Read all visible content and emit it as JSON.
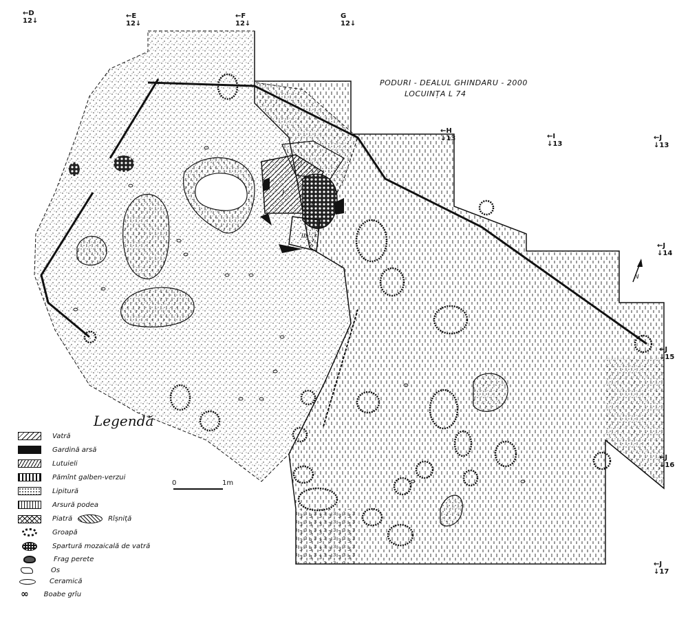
{
  "title": {
    "line1": "PODURI - DEALUL GHINDARU - 2000",
    "line2": "LOCUINȚA L 74"
  },
  "legend": {
    "title": "Legendă",
    "items": [
      {
        "label": "Vatră",
        "symbol": "diagonal-hatch"
      },
      {
        "label": "Gardină arsă",
        "symbol": "solid-black"
      },
      {
        "label": "Lutuieli",
        "symbol": "wavy-hatch"
      },
      {
        "label": "Pămînt galben-verzui",
        "symbol": "vertical-bars"
      },
      {
        "label": "Lipitură",
        "symbol": "stipple"
      },
      {
        "label": "Arsură podea",
        "symbol": "vertical-ticks"
      },
      {
        "label": "Piatră",
        "symbol": "cross-hatch",
        "extra": "Rîșniță"
      },
      {
        "label": "Groapă",
        "symbol": "dotted-ring"
      },
      {
        "label": "Spartură mozaicală de vatră",
        "symbol": "dotted-oval"
      },
      {
        "label": "Frag perete",
        "symbol": "filled-blob"
      },
      {
        "label": "Os",
        "symbol": "bone-outline"
      },
      {
        "label": "Ceramică",
        "symbol": "oval-outline"
      },
      {
        "label": "Boabe grîu",
        "symbol": "seed-outline"
      }
    ]
  },
  "scale": {
    "start": "0",
    "end": "1m"
  },
  "north": "N",
  "hearth_labels": [
    "I",
    "II",
    "III"
  ],
  "grid_markers": [
    {
      "letter": "D",
      "number": "12"
    },
    {
      "letter": "E",
      "number": "12"
    },
    {
      "letter": "F",
      "number": "12"
    },
    {
      "letter": "G",
      "number": "12"
    },
    {
      "letter": "H",
      "number": "13"
    },
    {
      "letter": "I",
      "number": "13"
    },
    {
      "letter": "J",
      "number": "13"
    },
    {
      "letter": "J",
      "number": "14"
    },
    {
      "letter": "J",
      "number": "15"
    },
    {
      "letter": "J",
      "number": "16"
    },
    {
      "letter": "J",
      "number": "17"
    }
  ]
}
